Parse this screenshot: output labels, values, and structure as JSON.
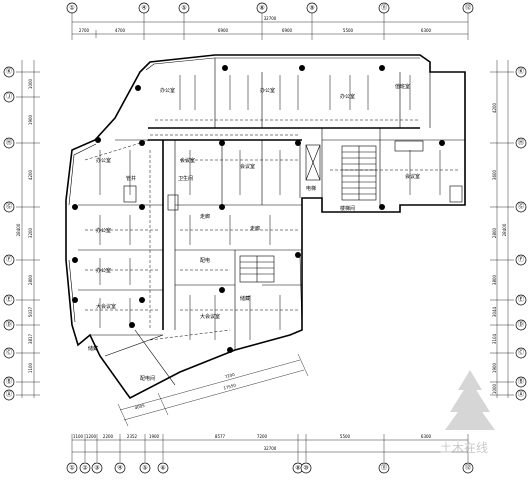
{
  "top_axes": [
    "①",
    "④",
    "⑤",
    "⑧",
    "⑨",
    "⑪",
    "⑫"
  ],
  "bottom_axes": [
    "①",
    "②",
    "③",
    "④",
    "⑤",
    "⑥",
    "⑧",
    "⑩",
    "⑪",
    "⑫"
  ],
  "left_axes": [
    "Ⓚ",
    "Ⓙ",
    "Ⓗ",
    "Ⓖ",
    "Ⓕ",
    "Ⓔ",
    "Ⓓ",
    "Ⓒ",
    "Ⓑ",
    "Ⓐ"
  ],
  "right_axes": [
    "Ⓚ",
    "Ⓗ",
    "Ⓖ",
    "Ⓕ",
    "Ⓔ",
    "Ⓓ",
    "Ⓒ",
    "Ⓑ",
    "Ⓐ"
  ],
  "top_dims": [
    "2700",
    "4700",
    "6900",
    "6900",
    "5500",
    "6300"
  ],
  "top_total": "32700",
  "bottom_dims": [
    "1100",
    "1200",
    "2200",
    "2352",
    "1900",
    "8577",
    "7200",
    "5500",
    "6300"
  ],
  "bottom_total": "32700",
  "left_dims": [
    "1000",
    "1900",
    "4200",
    "3200",
    "2800",
    "5037",
    "3817",
    "1100"
  ],
  "left_total": "28400",
  "right_dims": [
    "4200",
    "3600",
    "2800",
    "3800",
    "3044",
    "3104",
    "1900",
    "1000"
  ],
  "right_total": "28400",
  "diagonal_dims": [
    "4005",
    "17550"
  ],
  "diagonal_dim_upper": "7200",
  "room_labels": [
    "办公室",
    "办公室",
    "办公室",
    "办公室",
    "办公室",
    "办公室",
    "会议室",
    "会议室",
    "会议室",
    "值班室",
    "走廊",
    "走廊",
    "卫生间",
    "楼梯间",
    "电梯",
    "管井",
    "配电",
    "储藏",
    "储藏",
    "配电间",
    "大会议室",
    "大会议室"
  ],
  "watermark": "土木在线"
}
